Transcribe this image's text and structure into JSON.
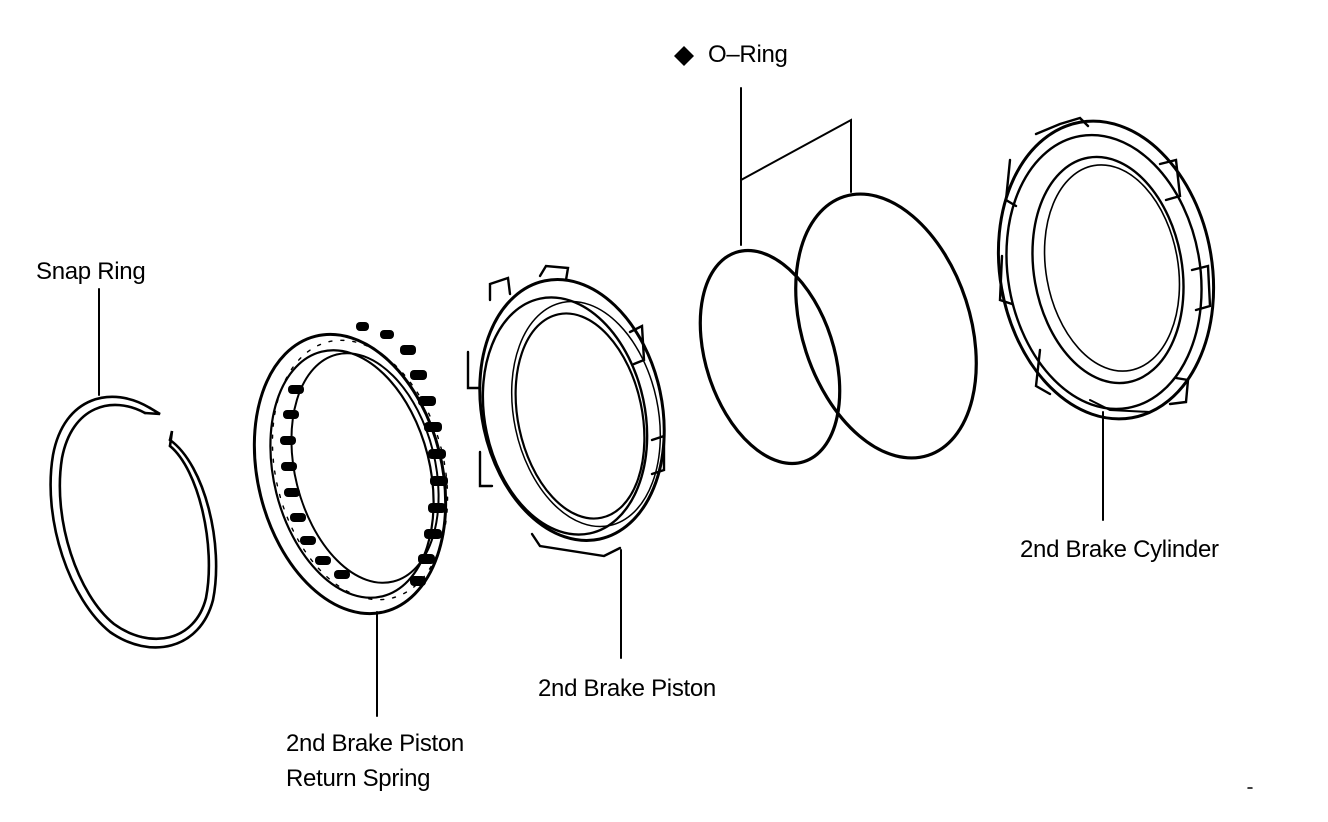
{
  "labels": {
    "snap_ring": "Snap Ring",
    "return_spring_line1": "2nd Brake Piston",
    "return_spring_line2": "Return Spring",
    "piston": "2nd Brake Piston",
    "o_ring": "O–Ring",
    "cylinder": "2nd Brake Cylinder"
  },
  "icons": {
    "o_ring_marker": "diamond-icon"
  },
  "colors": {
    "ink": "#000000",
    "background": "#ffffff"
  }
}
